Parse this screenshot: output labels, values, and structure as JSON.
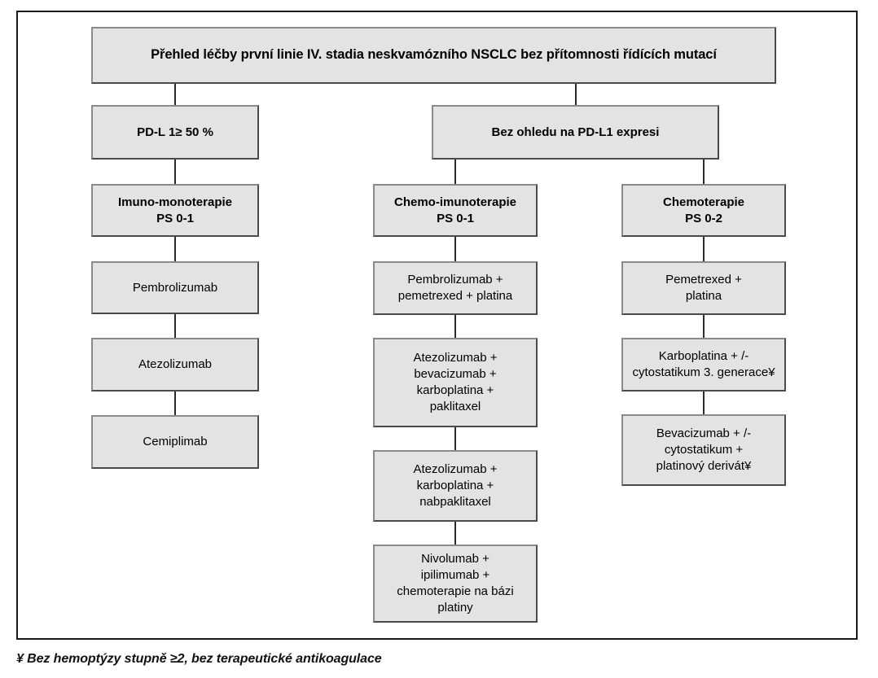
{
  "figure": {
    "title": "Přehled léčby první linie IV. stadia neskvamózního NSCLC bez přítomnosti řídících mutací",
    "footnote": "¥ Bez hemoptýzy stupně ≥2, bez terapeutické antikoagulace",
    "colors": {
      "node_fill": "#e3e3e3",
      "node_border": "#6b6b6b",
      "connector": "#2b2b2b",
      "frame": "#1a1a1a",
      "text": "#000000"
    }
  },
  "strata": {
    "left": "PD-L 1≥ 50 %",
    "right": "Bez ohledu na PD-L1 expresi"
  },
  "categories": {
    "immuno_mono": "Imuno-monoterapie\nPS 0-1",
    "chemo_immuno": "Chemo-imunoterapie\nPS 0-1",
    "chemo": "Chemoterapie\nPS 0-2"
  },
  "columns": {
    "immuno_mono": [
      "Pembrolizumab",
      "Atezolizumab",
      "Cemiplimab"
    ],
    "chemo_immuno": [
      "Pembrolizumab +\npemetrexed + platina",
      "Atezolizumab +\nbevacizumab +\nkarboplatina +\npaklitaxel",
      "Atezolizumab +\nkarboplatina +\nnabpaklitaxel",
      "Nivolumab +\nipilimumab +\nchemoterapie na bázi\nplatiny"
    ],
    "chemo": [
      "Pemetrexed +\nplatina",
      "Karboplatina + /-\ncytostatikum 3. generace¥",
      "Bevacizumab + /-\ncytostatikum +\nplatinový derivát¥"
    ]
  }
}
